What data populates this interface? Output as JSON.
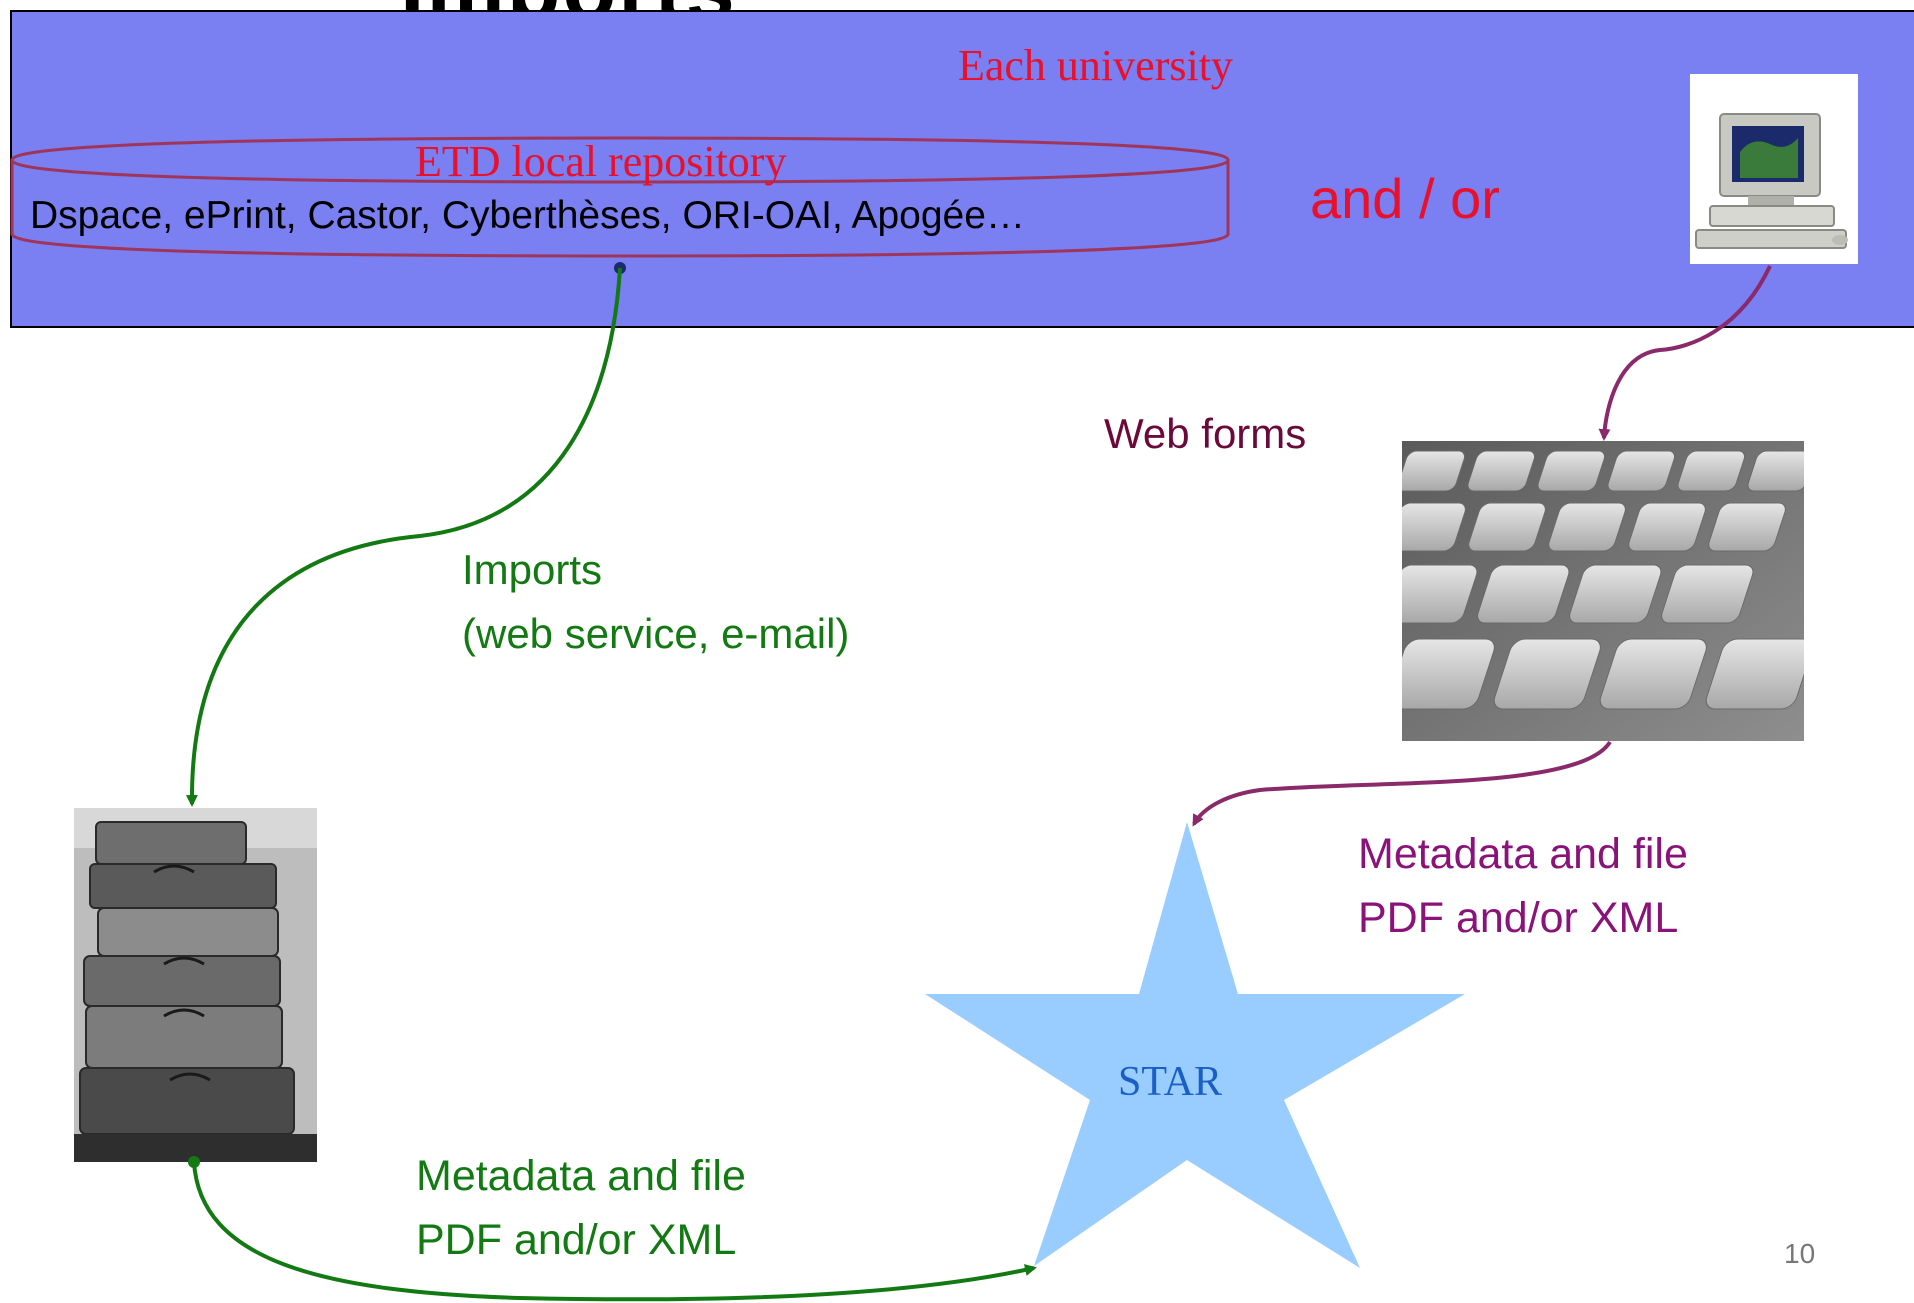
{
  "slide": {
    "title_fragment": "Imports",
    "page_number": "10"
  },
  "university_band": {
    "label": "Each university",
    "repository_label": "ETD local repository",
    "repository_list": "Dspace, ePrint, Castor, Cyberthèses, ORI-OAI, Apogée…",
    "connector": "and / or"
  },
  "web_forms": {
    "label": "Web forms"
  },
  "imports": {
    "line1": "Imports",
    "line2": "(web service, e-mail)"
  },
  "metadata_right": {
    "line1": "Metadata and file",
    "line2": "PDF and/or XML"
  },
  "metadata_left": {
    "line1": "Metadata and file",
    "line2": "PDF and/or XML"
  },
  "star": {
    "label": "STAR"
  },
  "colors": {
    "band": "#7a7ff2",
    "red_text": "#e8102a",
    "green_arrow": "#137a13",
    "purple_arrow": "#8a2a6a",
    "star_fill": "#99ccff",
    "star_text": "#1a5fc4"
  }
}
